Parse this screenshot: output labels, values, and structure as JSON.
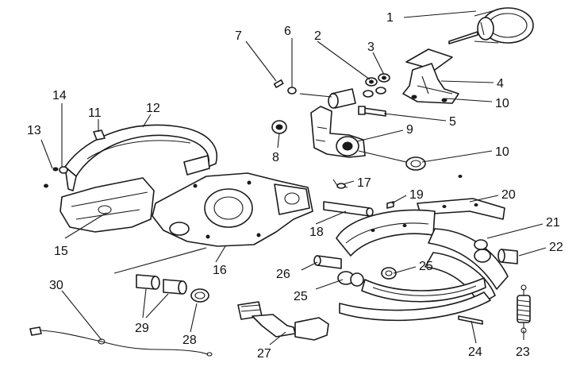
{
  "callouts": [
    {
      "id": "c1",
      "text": "1"
    },
    {
      "id": "c2",
      "text": "2"
    },
    {
      "id": "c3",
      "text": "3"
    },
    {
      "id": "c4",
      "text": "4"
    },
    {
      "id": "c5",
      "text": "5"
    },
    {
      "id": "c6",
      "text": "6"
    },
    {
      "id": "c7",
      "text": "7"
    },
    {
      "id": "c8",
      "text": "8"
    },
    {
      "id": "c9",
      "text": "9"
    },
    {
      "id": "c10a",
      "text": "10"
    },
    {
      "id": "c10b",
      "text": "10"
    },
    {
      "id": "c11",
      "text": "11"
    },
    {
      "id": "c12",
      "text": "12"
    },
    {
      "id": "c13",
      "text": "13"
    },
    {
      "id": "c14",
      "text": "14"
    },
    {
      "id": "c15",
      "text": "15"
    },
    {
      "id": "c16",
      "text": "16"
    },
    {
      "id": "c17",
      "text": "17"
    },
    {
      "id": "c18",
      "text": "18"
    },
    {
      "id": "c19",
      "text": "19"
    },
    {
      "id": "c20",
      "text": "20"
    },
    {
      "id": "c21",
      "text": "21"
    },
    {
      "id": "c22",
      "text": "22"
    },
    {
      "id": "c23",
      "text": "23"
    },
    {
      "id": "c24",
      "text": "24"
    },
    {
      "id": "c25a",
      "text": "25"
    },
    {
      "id": "c25b",
      "text": "25"
    },
    {
      "id": "c26",
      "text": "26"
    },
    {
      "id": "c27",
      "text": "27"
    },
    {
      "id": "c28",
      "text": "28"
    },
    {
      "id": "c29",
      "text": "29"
    },
    {
      "id": "c30",
      "text": "30"
    }
  ]
}
